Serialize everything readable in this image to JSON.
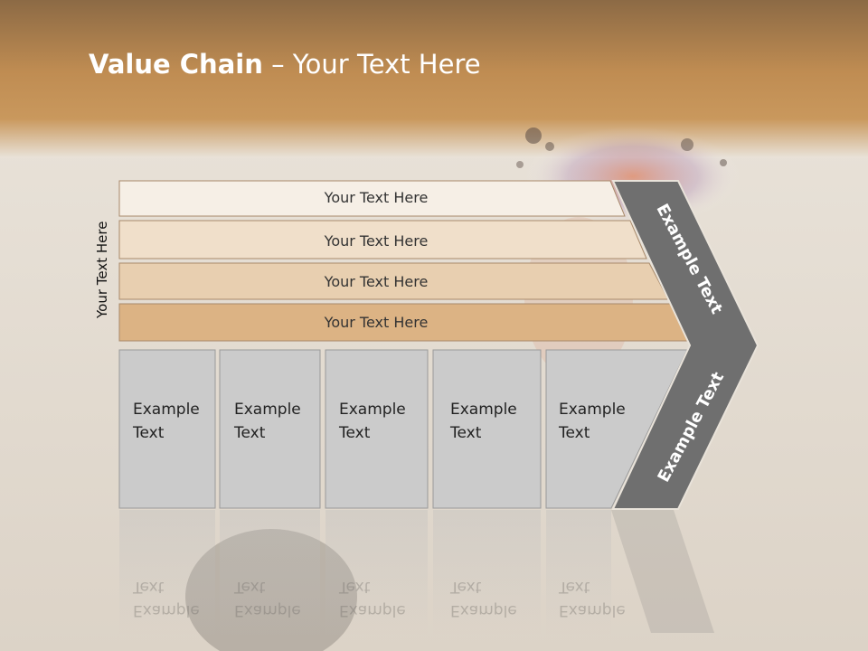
{
  "slide": {
    "title_bold": "Value Chain",
    "title_rest": " – Your Text Here",
    "vertical_label": "Your Text Here",
    "bars": [
      {
        "label": "Your Text Here"
      },
      {
        "label": "Your Text Here"
      },
      {
        "label": "Your Text Here"
      },
      {
        "label": "Your Text Here"
      }
    ],
    "boxes": [
      {
        "line1": "Example",
        "line2": "Text"
      },
      {
        "line1": "Example",
        "line2": "Text"
      },
      {
        "line1": "Example",
        "line2": "Text"
      },
      {
        "line1": "Example",
        "line2": "Text"
      },
      {
        "line1": "Example",
        "line2": "Text"
      }
    ],
    "chevron_upper": "Example Text",
    "chevron_lower": "Example Text",
    "colors": {
      "header": "#c48f4e",
      "bar1": "#f6efe6",
      "bar2": "#f0dfca",
      "bar3": "#e8cfb0",
      "bar4": "#dcb384",
      "box": "#cbcbcb",
      "chevron": "#6f6f6f"
    }
  }
}
